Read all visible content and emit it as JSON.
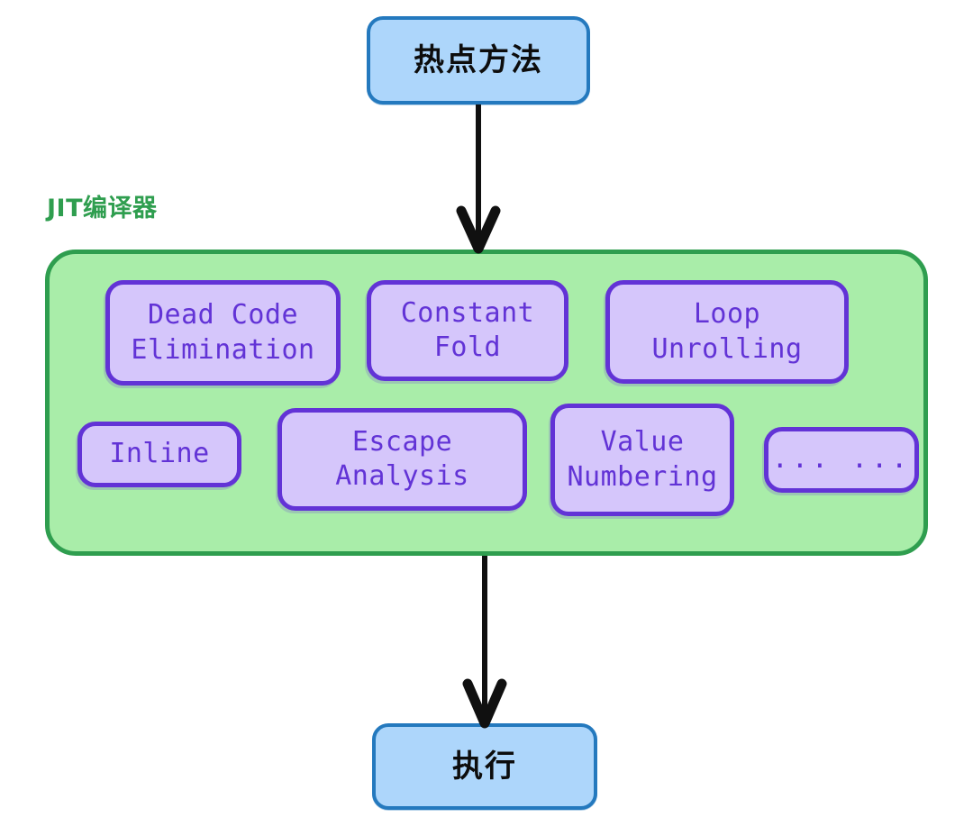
{
  "diagram": {
    "title": "JIT compiler optimization flow",
    "colors": {
      "blue_fill": "#ADD6FB",
      "blue_stroke": "#2479BE",
      "green_fill": "#A9EDA9",
      "green_stroke": "#2F9E4F",
      "purple_fill": "#D5C6FB",
      "purple_stroke": "#6233D6",
      "arrow": "#101010"
    },
    "top_node": {
      "label": "热点方法"
    },
    "bottom_node": {
      "label": "执行"
    },
    "panel": {
      "label": "JIT编译器",
      "passes": [
        {
          "label": "Dead Code\nElimination"
        },
        {
          "label": "Constant\nFold"
        },
        {
          "label": "Loop\nUnrolling"
        },
        {
          "label": "Inline"
        },
        {
          "label": "Escape\nAnalysis"
        },
        {
          "label": "Value\nNumbering"
        },
        {
          "label": "... ..."
        }
      ]
    },
    "arrows": [
      {
        "from": "热点方法",
        "to": "JIT编译器",
        "label": ""
      },
      {
        "from": "JIT编译器",
        "to": "执行",
        "label": ""
      }
    ]
  }
}
